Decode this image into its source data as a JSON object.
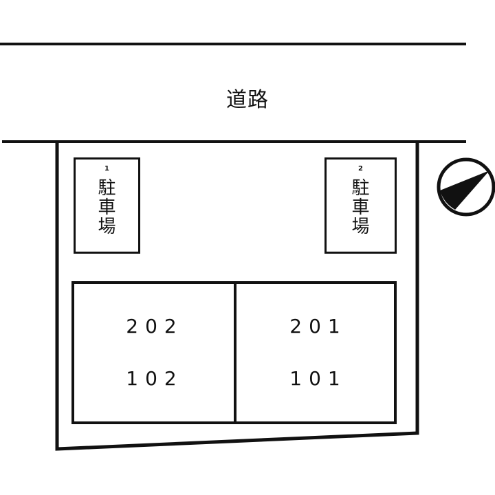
{
  "road": {
    "label": "道路"
  },
  "parking": [
    {
      "number": "1",
      "label": "駐車場",
      "chars": [
        "駐",
        "車",
        "場"
      ]
    },
    {
      "number": "2",
      "label": "駐車場",
      "chars": [
        "駐",
        "車",
        "場"
      ]
    }
  ],
  "building": {
    "units": [
      {
        "upper": "202",
        "lower": "102"
      },
      {
        "upper": "201",
        "lower": "101"
      }
    ]
  },
  "compass": {
    "icon": "north-arrow-icon"
  },
  "colors": {
    "line": "#111111",
    "background": "#ffffff"
  }
}
